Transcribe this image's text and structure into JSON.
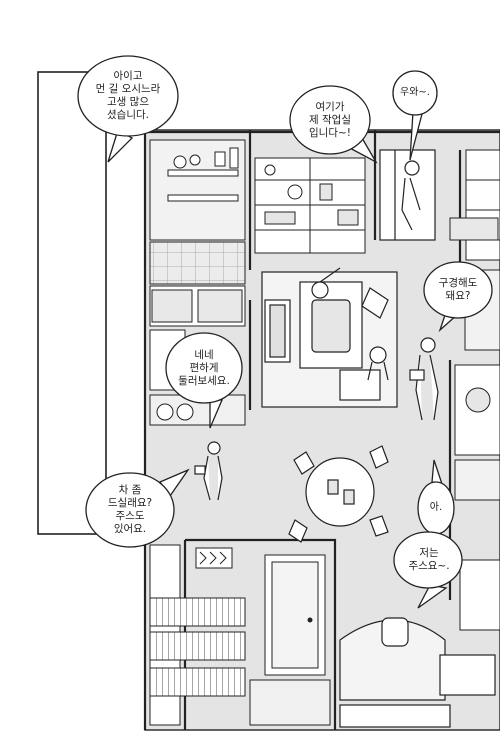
{
  "dialogue": {
    "welcome": "아이고\n먼 길 오시느라\n고생 많으\n셨습니다.",
    "studio": "여기가\n제 작업실\n입니다~!",
    "wow": "우와~.",
    "look_around": "구경해도\n돼요?",
    "make_comfortable": "네네\n편하게\n둘러보세요.",
    "tea": "차 좀\n드실래요?\n주스도\n있어요.",
    "ah": "아.",
    "juice": "저는\n주스요~."
  },
  "colors": {
    "ink": "#222222",
    "paper": "#ffffff",
    "floor": "#e4e4e4",
    "shade": "#cfcfcf"
  }
}
